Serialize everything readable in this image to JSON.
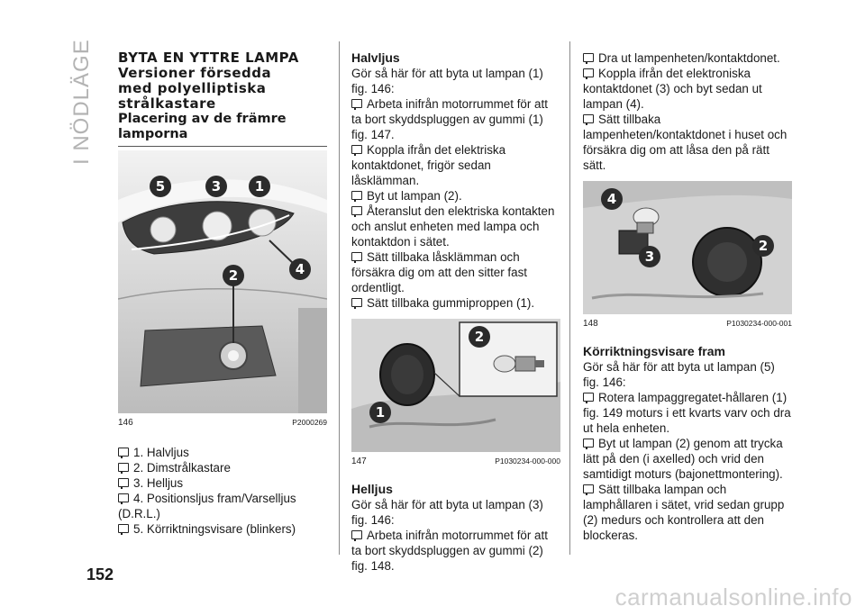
{
  "side_tab": "I NÖDLÄGE",
  "page_number": "152",
  "watermark": "carmanualsonline.info",
  "col1": {
    "title_lines": [
      "BYTA EN YTTRE LAMPA",
      "Versioner försedda",
      "med polyelliptiska",
      "strålkastare"
    ],
    "subtitle": "Placering av de främre lamporna",
    "figure": {
      "number": "146",
      "code": "P2000269",
      "callouts": [
        "5",
        "3",
        "1",
        "4",
        "2"
      ]
    },
    "items": [
      "1. Halvljus",
      "2. Dimstrålkastare",
      "3. Helljus",
      "4. Positionsljus fram/Varselljus",
      "(D.R.L.)",
      "5. Körriktningsvisare (blinkers)"
    ]
  },
  "col2": {
    "heading1": "Halvljus",
    "intro1": "Gör så här för att byta ut lampan (1) fig. 146:",
    "steps1": [
      "Arbeta inifrån motorrummet för att ta bort skyddspluggen av gummi (1) fig. 147.",
      "Koppla ifrån det elektriska kontaktdonet, frigör sedan låsklämman.",
      "Byt ut lampan (2).",
      "Återanslut den elektriska kontakten och anslut enheten med lampa och kontaktdon i sätet.",
      "Sätt tillbaka låsklämman och försäkra dig om att den sitter fast ordentligt.",
      "Sätt tillbaka gummiproppen (1)."
    ],
    "figure": {
      "number": "147",
      "code": "P1030234-000-000",
      "callouts": [
        "2",
        "1"
      ]
    },
    "heading2": "Helljus",
    "intro2": "Gör så här för att byta ut lampan (3) fig. 146:",
    "steps2": [
      "Arbeta inifrån motorrummet för att ta bort skyddspluggen av gummi (2) fig. 148."
    ]
  },
  "col3": {
    "steps1": [
      "Dra ut lampenheten/kontaktdonet.",
      "Koppla ifrån det elektroniska kontaktdonet (3) och byt sedan ut lampan (4).",
      "Sätt tillbaka lampenheten/kontaktdonet i huset och försäkra dig om att låsa den på rätt sätt."
    ],
    "figure": {
      "number": "148",
      "code": "P1030234-000-001",
      "callouts": [
        "4",
        "3",
        "2"
      ]
    },
    "heading": "Körriktningsvisare fram",
    "intro": "Gör så här för att byta ut lampan (5) fig. 146:",
    "steps2": [
      "Rotera lampaggregatet-hållaren (1) fig. 149 moturs i ett kvarts varv och dra ut hela enheten.",
      "Byt ut lampan (2) genom att trycka lätt på den (i axelled) och vrid den samtidigt moturs (bajonettmontering).",
      "Sätt tillbaka lampan och lamphållaren i sätet, vrid sedan grupp (2) medurs och kontrollera att den blockeras."
    ]
  },
  "colors": {
    "callout": "#2b2b2b",
    "rule": "#8a8a8a"
  }
}
